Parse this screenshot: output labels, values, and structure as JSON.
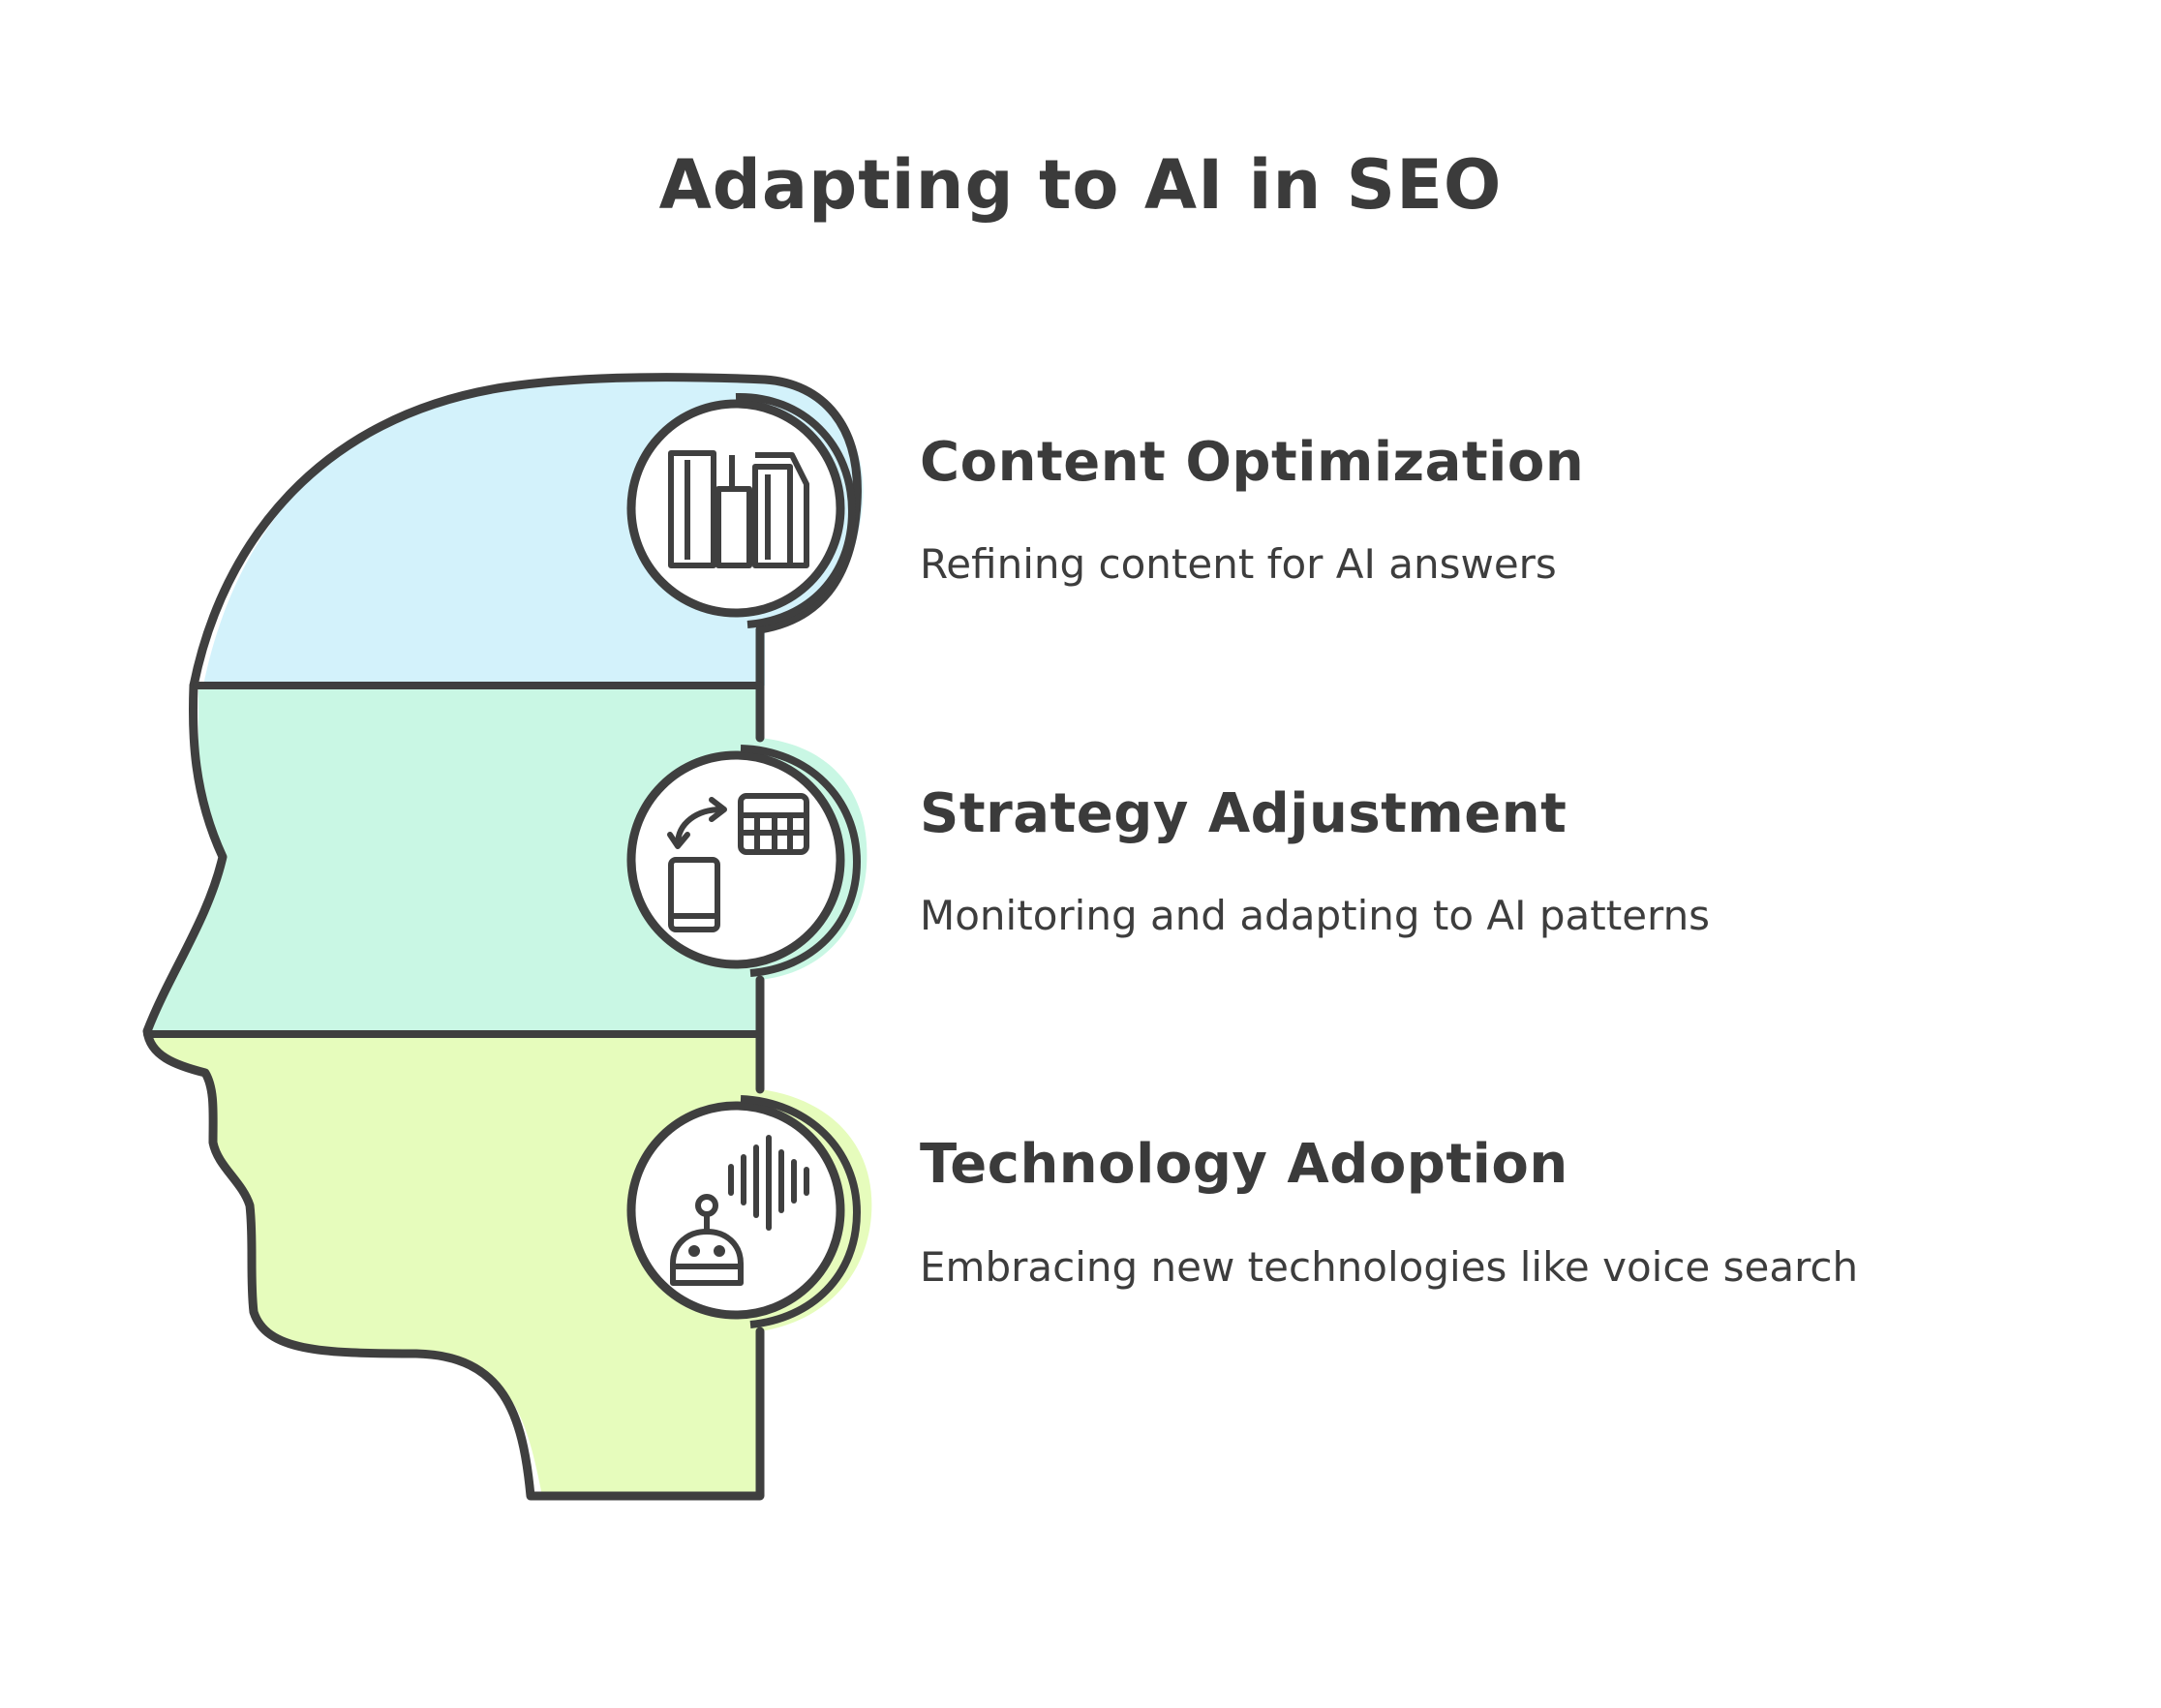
{
  "title": "Adapting to AI in SEO",
  "items": [
    {
      "heading": "Content Optimization",
      "description": "Refining content for AI answers",
      "icon": "columns-layout-icon",
      "color": "#d3f2fb"
    },
    {
      "heading": "Strategy Adjustment",
      "description": "Monitoring and adapting to AI patterns",
      "icon": "device-sync-icon",
      "color": "#c9f7e4"
    },
    {
      "heading": "Technology Adoption",
      "description": "Embracing new technologies like voice search",
      "icon": "voice-assistant-icon",
      "color": "#e6fcbc"
    }
  ],
  "colors": {
    "outline": "#3f3f3f",
    "background": "#ffffff"
  }
}
